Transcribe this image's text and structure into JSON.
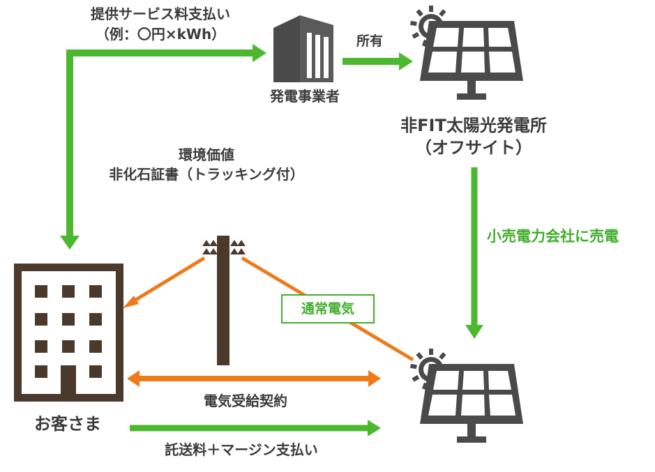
{
  "labels": {
    "payment_service_line1": "提供サービス料支払い",
    "payment_service_line2": "（例：〇円×kWh）",
    "ownership": "所有",
    "generator_company": "発電事業者",
    "plant_line1": "非FIT太陽光発電所",
    "plant_line2": "（オフサイト）",
    "env_value_line1": "環境価値",
    "env_value_line2": "非化石証書（トラッキング付）",
    "retail_sale": "小売電力会社に売電",
    "normal_power": "通常電気",
    "supply_contract": "電気受給契約",
    "customer": "お客さま",
    "wheeling_payment": "託送料＋マージン支払い"
  },
  "icons": {
    "generator_building": "office-tower-icon",
    "offsite_panel": "solar-panel-sun-icon",
    "customer_building": "customer-building-icon",
    "utility_pole": "utility-pole-icon",
    "retailer_panel": "solar-panel-sun-icon"
  },
  "colors": {
    "green_flow": "#4cb82f",
    "orange_flow": "#ef7a1a",
    "icon_gray": "#4a4a4a",
    "building_brown": "#4b3a2c",
    "text_dark": "#3a3a3a",
    "text_green": "#3fae2a"
  }
}
